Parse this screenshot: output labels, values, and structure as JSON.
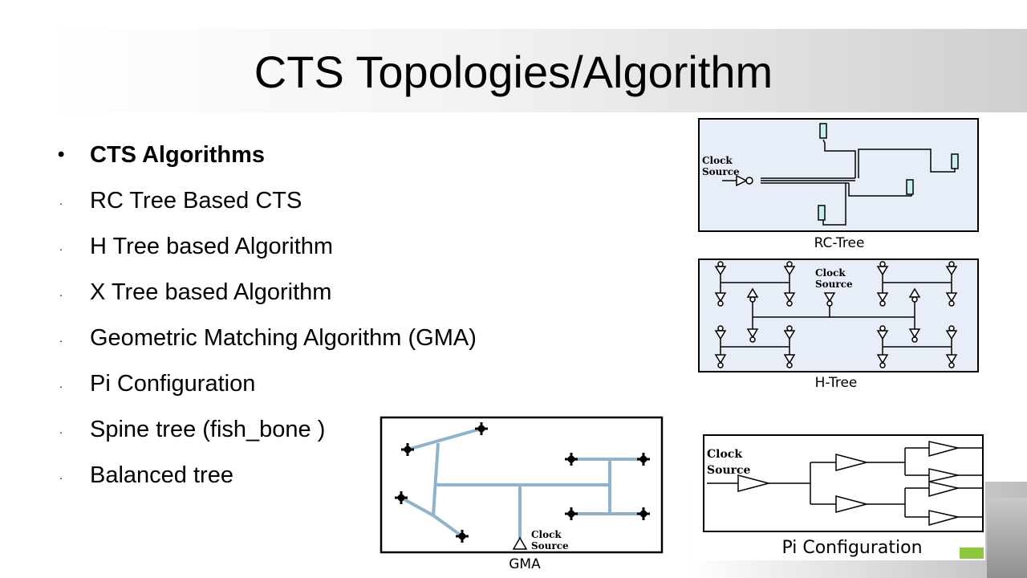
{
  "slide": {
    "title": "CTS Topologies/Algorithm",
    "bullets": [
      "CTS Algorithms",
      "RC Tree Based CTS",
      "H Tree based Algorithm",
      "X Tree based Algorithm",
      "Geometric Matching Algorithm (GMA)",
      "Pi Configuration",
      "Spine tree (fish_bone )",
      "Balanced tree"
    ],
    "bullet_markers": {
      "main": "•",
      "sub": "."
    }
  },
  "figures": {
    "rc_tree": {
      "caption": "RC-Tree",
      "label_line1": "Clock",
      "label_line2": "Source"
    },
    "h_tree": {
      "caption": "H-Tree",
      "label_line1": "Clock",
      "label_line2": "Source"
    },
    "gma": {
      "caption": "GMA",
      "label_line1": "Clock",
      "label_line2": "Source"
    },
    "pi": {
      "caption": "Pi Configuration",
      "label_line1": "Clock",
      "label_line2": "Source"
    }
  },
  "colors": {
    "diagram_fill": "#e8eef8",
    "gma_wire": "#8db4cc",
    "accent_green": "#8dc63f"
  }
}
